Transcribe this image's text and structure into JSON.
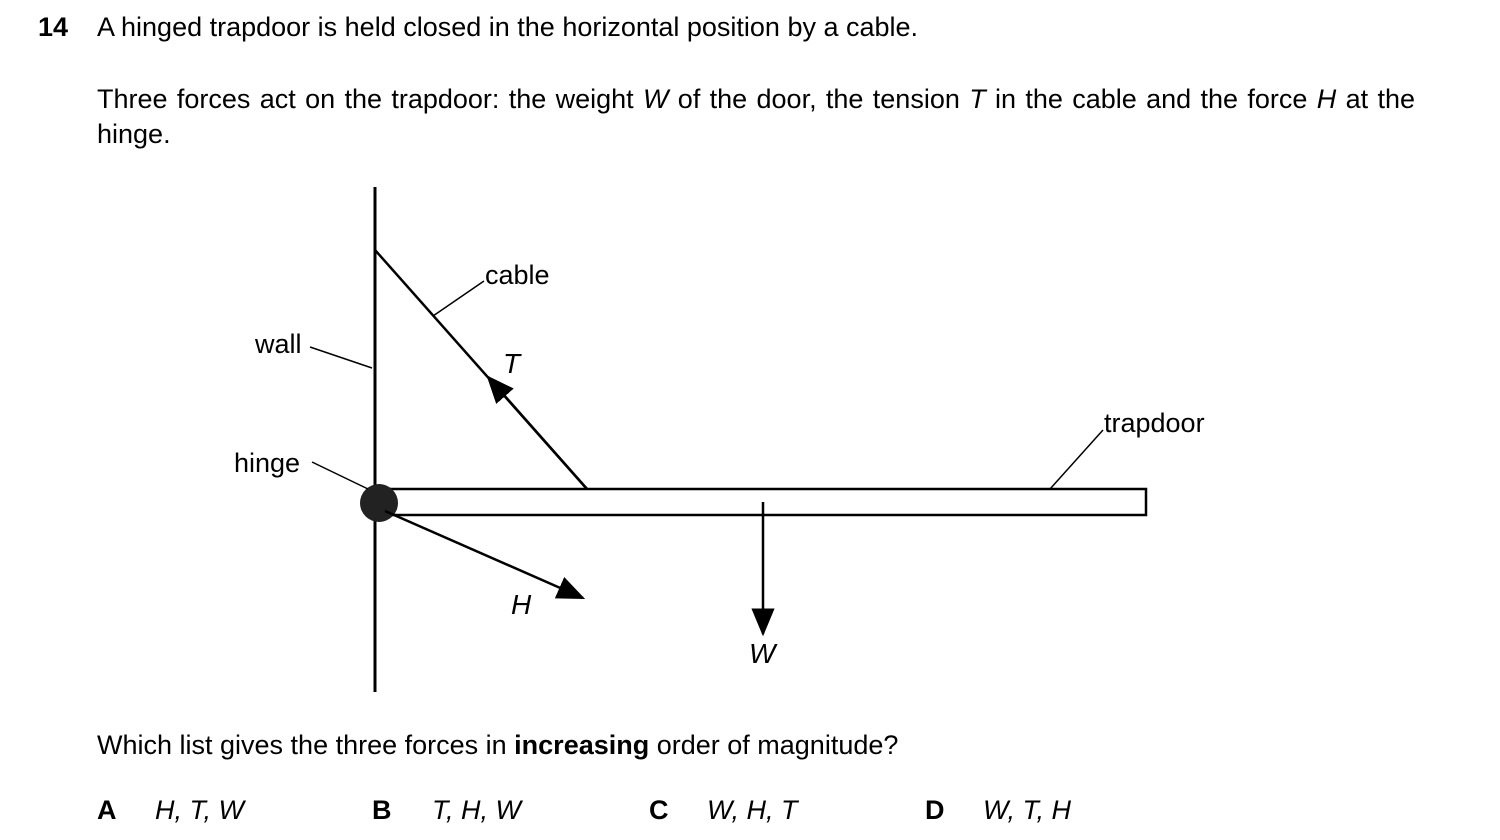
{
  "question": {
    "number": "14",
    "stem": "A hinged trapdoor is held closed in the horizontal position by a cable.",
    "para_parts": [
      "Three forces act on the trapdoor: the weight ",
      "W",
      " of the door, the tension ",
      "T",
      " in the cable and the force ",
      "H",
      " at the hinge."
    ],
    "prompt_before": "Which list gives the three forces in ",
    "prompt_bold": "increasing",
    "prompt_after": " order of magnitude?"
  },
  "diagram": {
    "labels": {
      "wall": "wall",
      "hinge": "hinge",
      "cable": "cable",
      "trapdoor": "trapdoor",
      "T": "T",
      "H": "H",
      "W": "W"
    }
  },
  "options": [
    {
      "letter": "A",
      "value": "H, T, W"
    },
    {
      "letter": "B",
      "value": "T, H, W"
    },
    {
      "letter": "C",
      "value": "W, H, T"
    },
    {
      "letter": "D",
      "value": "W, T, H"
    }
  ]
}
